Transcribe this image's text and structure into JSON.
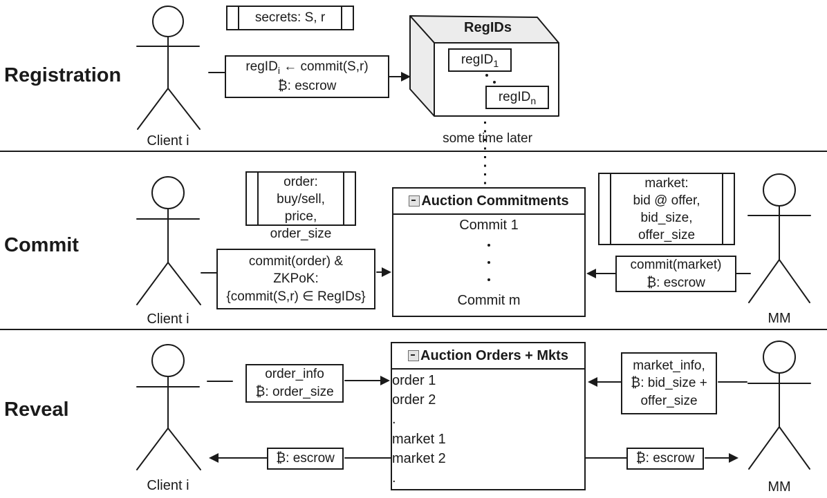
{
  "diagram": {
    "phases": {
      "registration": "Registration",
      "commit": "Commit",
      "reveal": "Reveal"
    },
    "actors": {
      "client": "Client i",
      "mm": "MM"
    },
    "registration": {
      "secrets_note": "secrets: S, r",
      "msg": {
        "l1_base": "regID",
        "l1_sub": "i",
        "l1_rest": " ← commit(S,r)",
        "l2": "₿: escrow"
      },
      "store_title": "RegIDs",
      "store_item_first": {
        "base": "regID",
        "sub": "1"
      },
      "store_item_last": {
        "base": "regID",
        "sub": "n"
      },
      "time_note": "some time later"
    },
    "commit": {
      "order_note": [
        "order:",
        "buy/sell, price,",
        "order_size"
      ],
      "msg_client": [
        "commit(order) &",
        "ZKPoK:",
        "{commit(S,r) ∈ RegIDs}"
      ],
      "board_title": "Auction Commitments",
      "board_first": "Commit 1",
      "board_last": "Commit m",
      "market_note": [
        "market:",
        "bid @ offer,",
        "bid_size,",
        "offer_size"
      ],
      "msg_mm": [
        "commit(market)",
        "₿: escrow"
      ]
    },
    "reveal": {
      "msg_client": [
        "order_info",
        "₿: order_size"
      ],
      "board_title": "Auction Orders + Mkts",
      "board_items": [
        "order 1",
        "order 2",
        ".",
        "market 1",
        "market 2",
        "."
      ],
      "msg_mm": [
        "market_info,",
        "₿: bid_size +",
        "offer_size"
      ],
      "escrow_client": "₿: escrow",
      "escrow_mm": "₿: escrow"
    },
    "colors": {
      "line": "#1a1a1a",
      "cube_face": "#ececec"
    }
  }
}
